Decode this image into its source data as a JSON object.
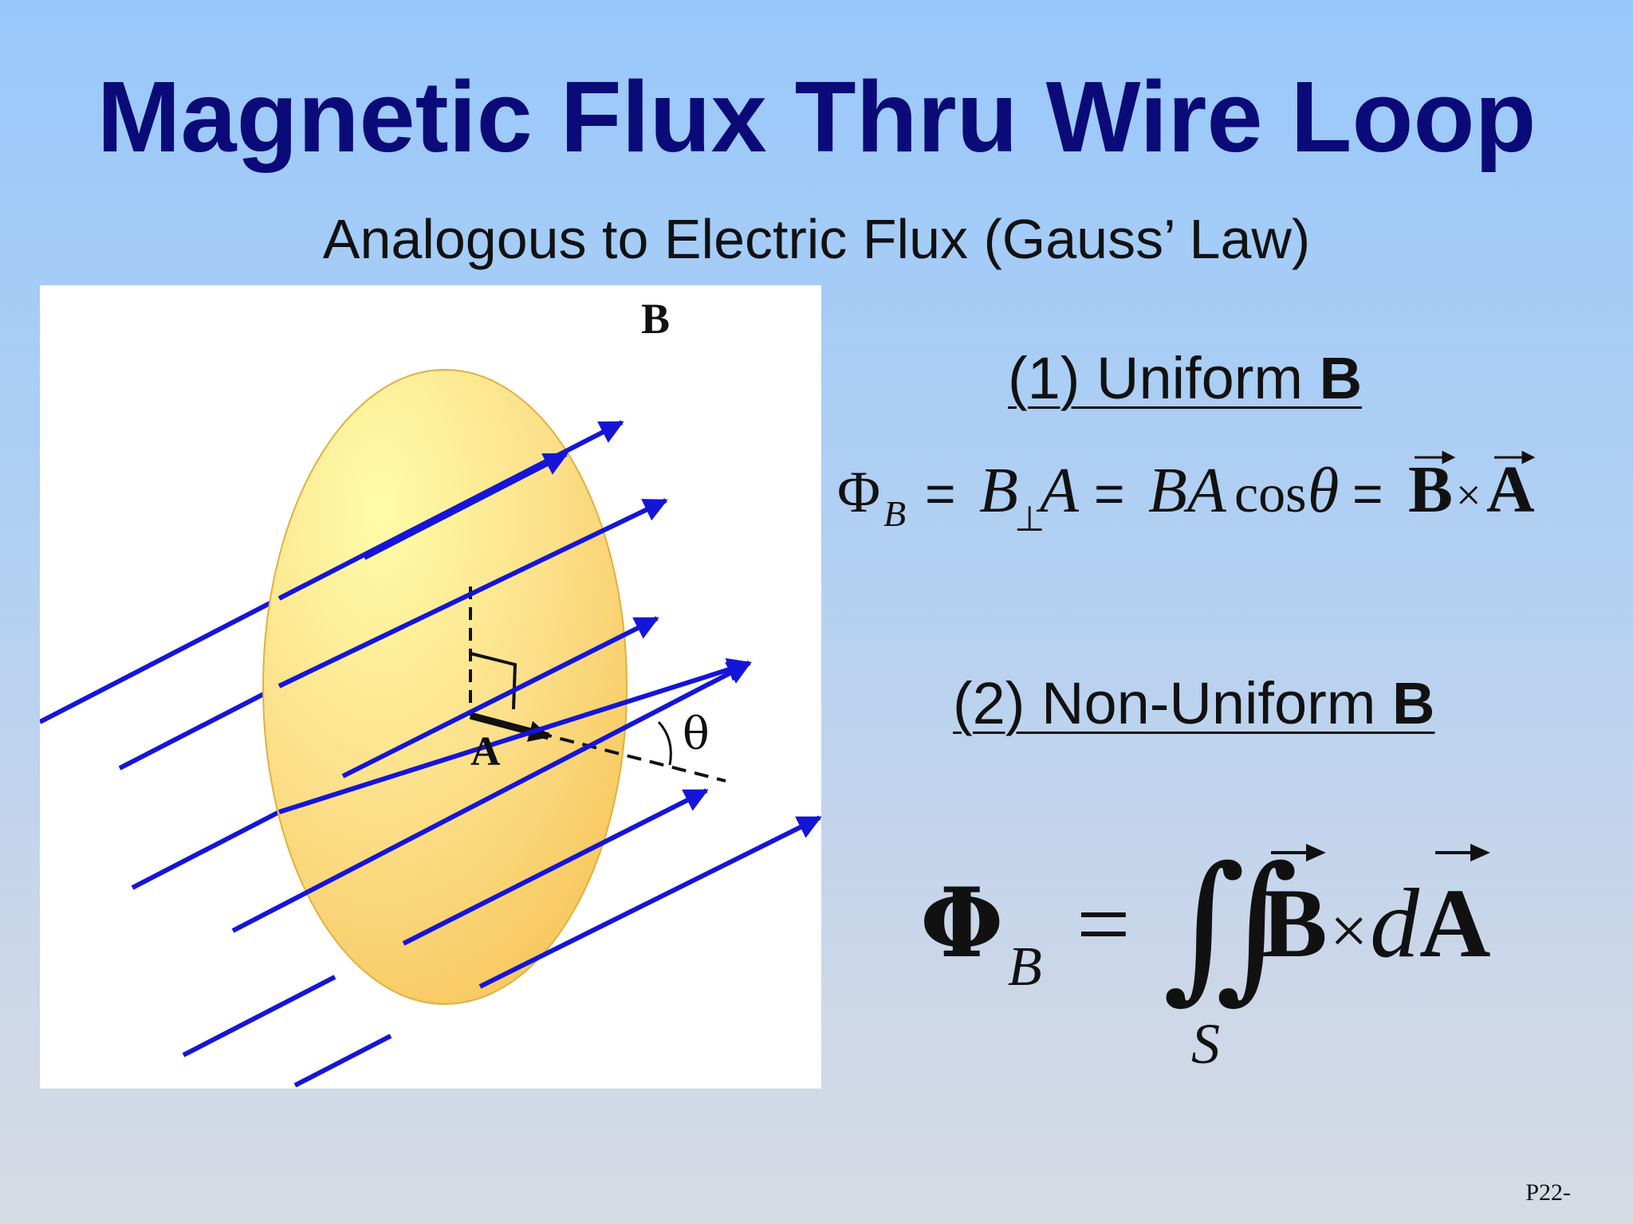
{
  "slide": {
    "title": "Magnetic Flux Thru Wire Loop",
    "subtitle": "Analogous to Electric Flux (Gauss’ Law)",
    "footer": "P22-"
  },
  "figure": {
    "field_label": "B",
    "area_label": "A",
    "angle_label": "θ",
    "loop_color": "#fbd36a",
    "field_line_color": "#1515d8"
  },
  "uniform": {
    "heading_prefix": "(1) Uniform ",
    "heading_symbol": "B",
    "equation": {
      "flux": "Φ",
      "flux_sub": "B",
      "eq": "=",
      "b": "B",
      "perp": "⊥",
      "a": "A",
      "ba": "BA",
      "cos": "cos",
      "theta": "θ",
      "vec_b": "B",
      "times": "×",
      "vec_a": "A"
    }
  },
  "nonuniform": {
    "heading_prefix": "(2) Non-Uniform ",
    "heading_symbol": "B",
    "equation": {
      "flux": "Φ",
      "flux_sub": "B",
      "eq": "=",
      "integral": "∬",
      "surface": "S",
      "vec_b": "B",
      "times": "×",
      "d": "d",
      "vec_a": "A"
    }
  }
}
